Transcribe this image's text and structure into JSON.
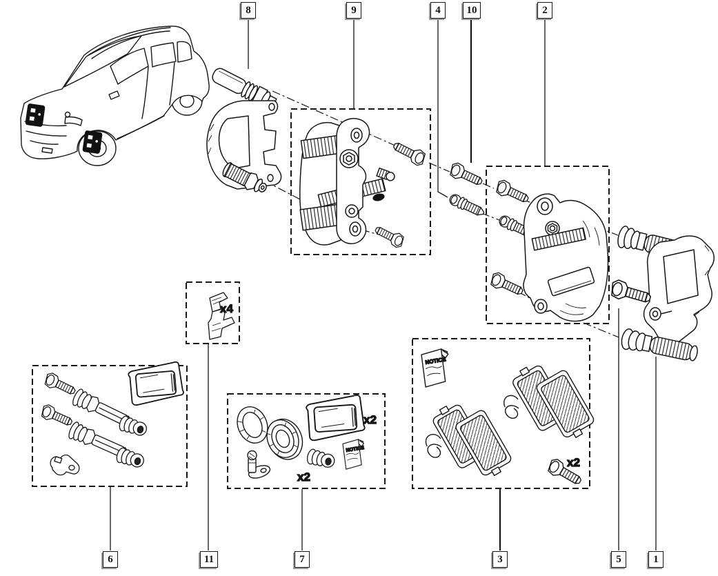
{
  "diagram": {
    "background": "#ffffff",
    "ink": "#161616",
    "shadow": "#9a9a9a",
    "callouts": {
      "1": {
        "label": "1"
      },
      "2": {
        "label": "2"
      },
      "3": {
        "label": "3"
      },
      "4": {
        "label": "4"
      },
      "5": {
        "label": "5"
      },
      "6": {
        "label": "6"
      },
      "7": {
        "label": "7"
      },
      "8": {
        "label": "8"
      },
      "9": {
        "label": "9"
      },
      "10": {
        "label": "10"
      },
      "11": {
        "label": "11"
      }
    },
    "quantity_labels": {
      "clips": {
        "text": "x4"
      },
      "grease": {
        "text": "x2"
      },
      "bushings": {
        "text": "x2"
      },
      "bolts": {
        "text": "x2"
      }
    },
    "notices": {
      "pads": {
        "text": "NOTICE"
      },
      "seals": {
        "text": "NOTICE"
      }
    }
  }
}
